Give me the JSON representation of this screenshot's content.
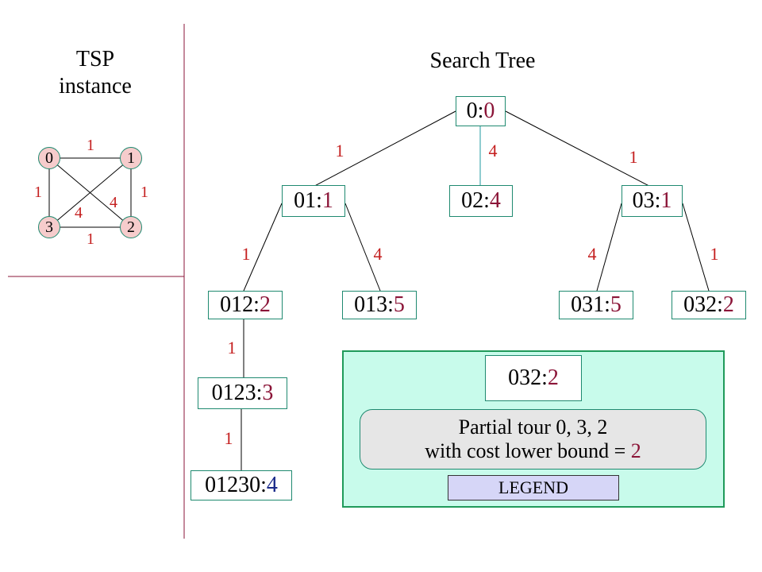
{
  "tsp_panel": {
    "title_line1": "TSP",
    "title_line2": "instance",
    "vertices": [
      {
        "id": "v0",
        "label": "0"
      },
      {
        "id": "v1",
        "label": "1"
      },
      {
        "id": "v2",
        "label": "2"
      },
      {
        "id": "v3",
        "label": "3"
      }
    ],
    "edges": [
      {
        "id": "e01",
        "weight": "1"
      },
      {
        "id": "e12",
        "weight": "1"
      },
      {
        "id": "e23",
        "weight": "1"
      },
      {
        "id": "e30",
        "weight": "1"
      },
      {
        "id": "e02",
        "weight": "4"
      },
      {
        "id": "e13",
        "weight": "4"
      }
    ]
  },
  "search_tree": {
    "title": "Search Tree",
    "nodes": [
      {
        "id": "n0",
        "path": "0",
        "bound": "0"
      },
      {
        "id": "n01",
        "path": "01",
        "bound": "1"
      },
      {
        "id": "n02",
        "path": "02",
        "bound": "4"
      },
      {
        "id": "n03",
        "path": "03",
        "bound": "1"
      },
      {
        "id": "n012",
        "path": "012",
        "bound": "2"
      },
      {
        "id": "n013",
        "path": "013",
        "bound": "5"
      },
      {
        "id": "n031",
        "path": "031",
        "bound": "5"
      },
      {
        "id": "n032",
        "path": "032",
        "bound": "2"
      },
      {
        "id": "n0123",
        "path": "0123",
        "bound": "3"
      },
      {
        "id": "n01230",
        "path": "01230",
        "bound": "4"
      }
    ],
    "edges": [
      {
        "id": "t0-01",
        "weight": "1"
      },
      {
        "id": "t0-02",
        "weight": "4"
      },
      {
        "id": "t0-03",
        "weight": "1"
      },
      {
        "id": "t01-012",
        "weight": "1"
      },
      {
        "id": "t01-013",
        "weight": "4"
      },
      {
        "id": "t03-031",
        "weight": "4"
      },
      {
        "id": "t03-032",
        "weight": "1"
      },
      {
        "id": "t012-0123",
        "weight": "1"
      },
      {
        "id": "t0123-01230",
        "weight": "1"
      }
    ]
  },
  "legend": {
    "example_path": "032",
    "example_bound": "2",
    "desc_line1": "Partial tour 0, 3, 2",
    "desc_line2_prefix": "with cost lower bound = ",
    "desc_line2_value": "2",
    "tag": "LEGEND"
  },
  "colors": {
    "bound_value": "#8b1538",
    "final_value": "#1a2a8a",
    "edge_weight": "#c41e1e",
    "node_border": "#1f8a70",
    "legend_bg": "#c8fbeb",
    "divider": "#8b1538"
  }
}
